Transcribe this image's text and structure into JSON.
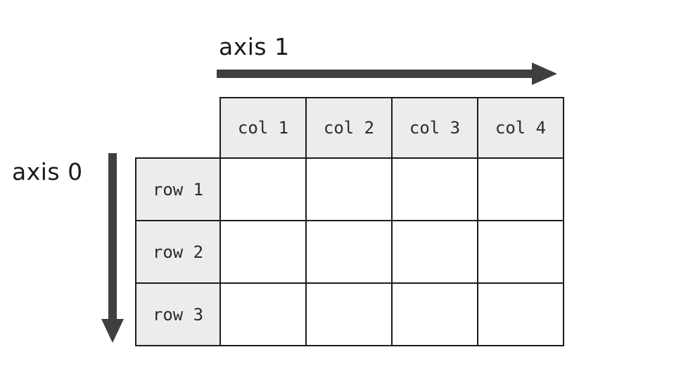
{
  "figure": {
    "title": "numpy array axes diagram",
    "background_color": "#ffffff",
    "arrow_color": "#3f3f3f",
    "header_fill": "#ececec",
    "cell_fill": "#ffffff",
    "border_color": "#1c1c1c",
    "text_color": "#1a1a1a"
  },
  "axes": [
    {
      "id": "axis1",
      "label": "axis 1",
      "direction": "horizontal-right",
      "icon": "arrow-right-icon"
    },
    {
      "id": "axis0",
      "label": "axis 0",
      "direction": "vertical-down",
      "icon": "arrow-down-icon"
    }
  ],
  "table": {
    "corner_label": "",
    "column_headers": [
      "col 1",
      "col 2",
      "col 3",
      "col 4"
    ],
    "row_headers": [
      "row 1",
      "row 2",
      "row 3"
    ],
    "cells": [
      [
        "",
        "",
        "",
        ""
      ],
      [
        "",
        "",
        "",
        ""
      ],
      [
        "",
        "",
        "",
        ""
      ]
    ]
  }
}
